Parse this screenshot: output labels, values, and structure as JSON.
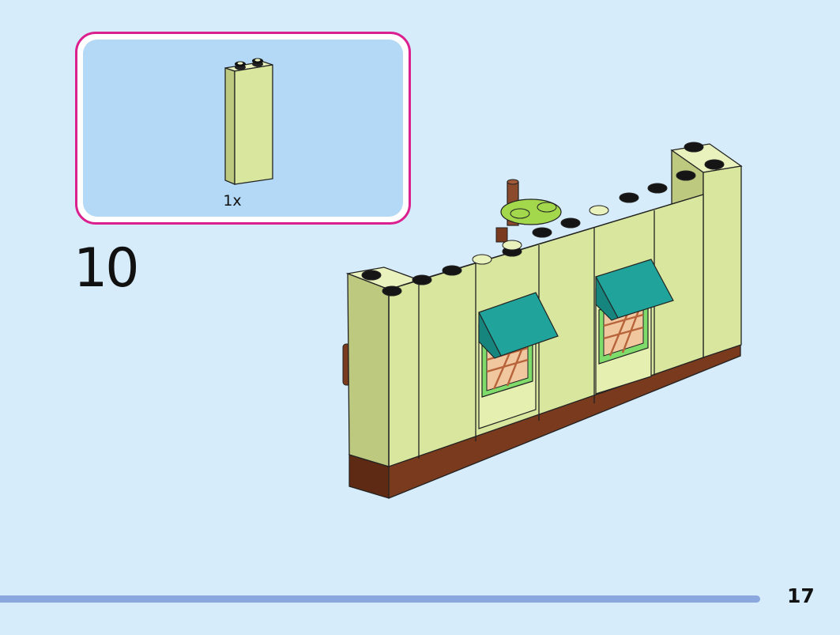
{
  "parts_list": {
    "items": [
      {
        "part": "brick-1x2x5-yellowish-green",
        "color": "#d8e79d",
        "quantity_label": "1x"
      }
    ]
  },
  "step": {
    "number": "10"
  },
  "footer": {
    "page_number": "17"
  },
  "colors": {
    "background": "#d6ecfb",
    "callout_border": "#dc1f8f",
    "callout_fill": "#b3d9f6",
    "brick_yellow_green": "#d8e79d",
    "awning_teal": "#1fa39b",
    "base_brown": "#7a3a1e",
    "window_green": "#7fdc6a",
    "progress_bar": "#8aa8dd"
  }
}
